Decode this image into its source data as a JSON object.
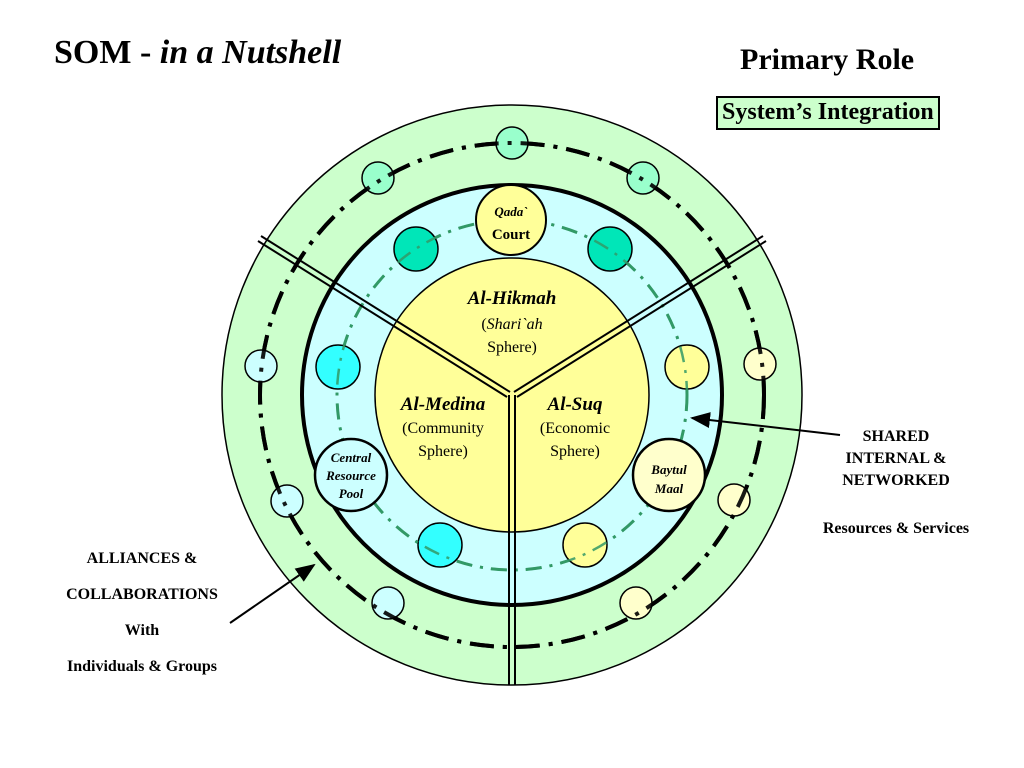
{
  "header": {
    "title_prefix": "SOM - ",
    "title_italic": "in a Nutshell",
    "primary_role": "Primary Role",
    "system_integration": "System’s Integration"
  },
  "spheres": {
    "hikmah": {
      "name": "Al-Hikmah",
      "line2_open": "(",
      "line2_italic": "Shari`ah",
      "line3": "Sphere)"
    },
    "medina": {
      "name": "Al-Medina",
      "line2": "(Community",
      "line3": "Sphere)"
    },
    "suq": {
      "name": "Al-Suq",
      "line2": "(Economic",
      "line3": "Sphere)"
    }
  },
  "institutions": {
    "qada": {
      "line1": "Qada`",
      "line2": "Court"
    },
    "central_pool": {
      "line1": "Central",
      "line2": "Resource",
      "line3": "Pool"
    },
    "baytul_maal": {
      "line1": "Baytul",
      "line2": "Maal"
    }
  },
  "annotations": {
    "left": {
      "line1": "ALLIANCES &",
      "line2": "COLLABORATIONS",
      "line3": "With",
      "line4": "Individuals & Groups"
    },
    "right": {
      "line1": "SHARED",
      "line2": "INTERNAL &",
      "line3": "NETWORKED",
      "line4": "Resources & Services"
    }
  },
  "colors": {
    "outer_ring": "#ccffcc",
    "middle_ring": "#ccffff",
    "core": "#ffff99",
    "node_teal": "#00e6b8",
    "node_cyan": "#33ffff",
    "node_mint": "#99ffcc",
    "node_pale_cyan": "#ccffff",
    "node_yellow": "#ffff99",
    "node_cream": "#ffffcc",
    "dash_green": "#339966"
  }
}
